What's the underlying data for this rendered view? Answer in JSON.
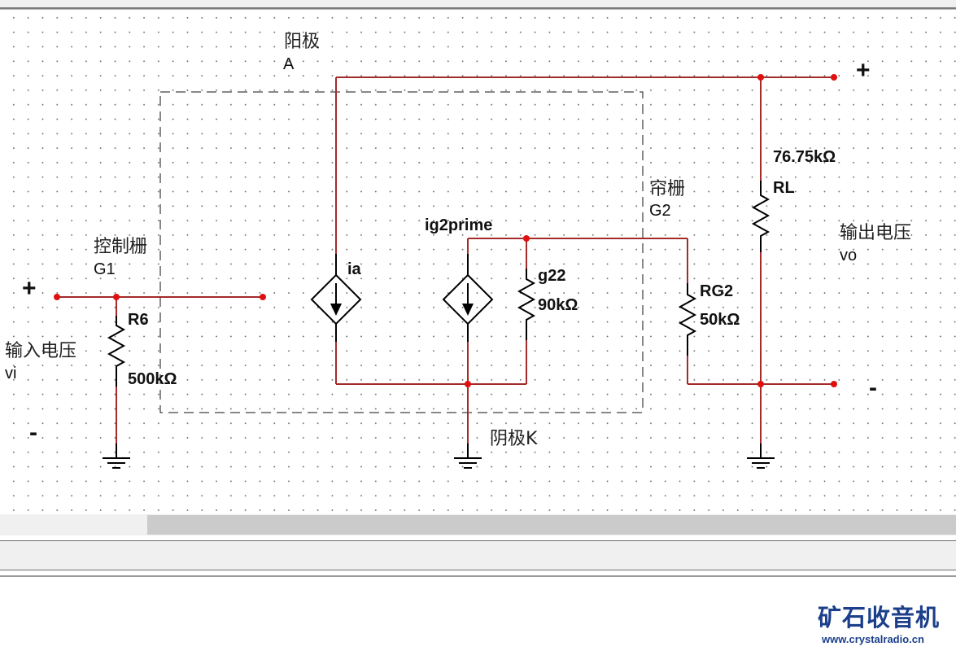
{
  "schematic": {
    "labels": {
      "anode_cn": "阳极",
      "anode_sym": "A",
      "control_grid_cn": "控制栅",
      "control_grid_sym": "G1",
      "screen_grid_cn": "帘栅",
      "screen_grid_sym": "G2",
      "cathode": "阴极K",
      "input_voltage_cn": "输入电压",
      "input_voltage_sym": "vi",
      "output_voltage_cn": "输出电压",
      "output_voltage_sym": "vo",
      "input_plus": "+",
      "input_minus": "-",
      "output_plus": "+",
      "output_minus": "-"
    },
    "components": {
      "R6": {
        "name": "R6",
        "value": "500kΩ",
        "type": "resistor"
      },
      "ia": {
        "name": "ia",
        "type": "dependent-current-source"
      },
      "ig2prime": {
        "name": "ig2prime",
        "type": "dependent-current-source"
      },
      "g22": {
        "name": "g22",
        "value": "90kΩ",
        "type": "resistor"
      },
      "RG2": {
        "name": "RG2",
        "value": "50kΩ",
        "type": "resistor"
      },
      "RL": {
        "name": "RL",
        "value": "76.75kΩ",
        "type": "resistor"
      }
    },
    "colors": {
      "wire": "#a52a2a",
      "junction": "#e01010",
      "component": "#000000",
      "grid_dot": "#6a6a6a"
    }
  },
  "watermark": {
    "title": "矿石收音机",
    "url": "www.crystalradio.cn",
    "color": "#1b3f8a"
  }
}
